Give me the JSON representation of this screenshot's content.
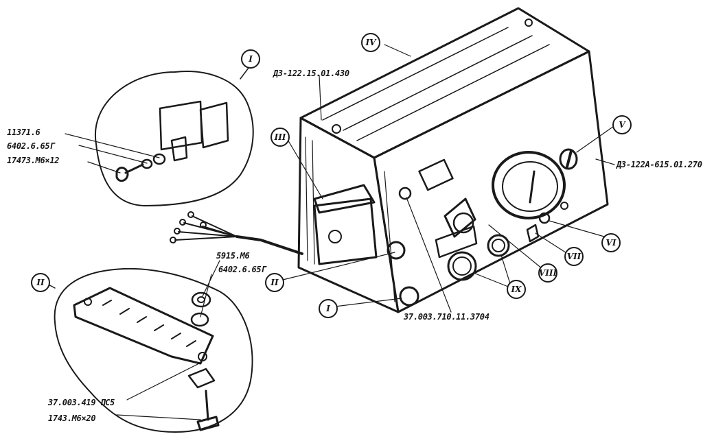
{
  "callouts": {
    "I_top": "I",
    "II_left": "II",
    "III": "III",
    "IV": "IV",
    "V": "V",
    "VI": "VI",
    "VII": "VII",
    "VIII": "VIII",
    "IX": "IX",
    "II_body": "II",
    "I_body": "I"
  },
  "part_labels": {
    "d3_122_15": "ДЗ-122.15.01.430",
    "d3_122a": "ДЗ-122А-615.01.270",
    "p11371": "11371.6",
    "p6402_top": "6402.6.65Г",
    "p17473": "17473.М6×12",
    "p5915": "5915.М6",
    "p6402_bottom": "6402.6.65Г",
    "p37003_419": "37.003.419 ПС5",
    "p1743": "1743.М6×20",
    "p37003_710": "37.003.710.11.3704"
  }
}
